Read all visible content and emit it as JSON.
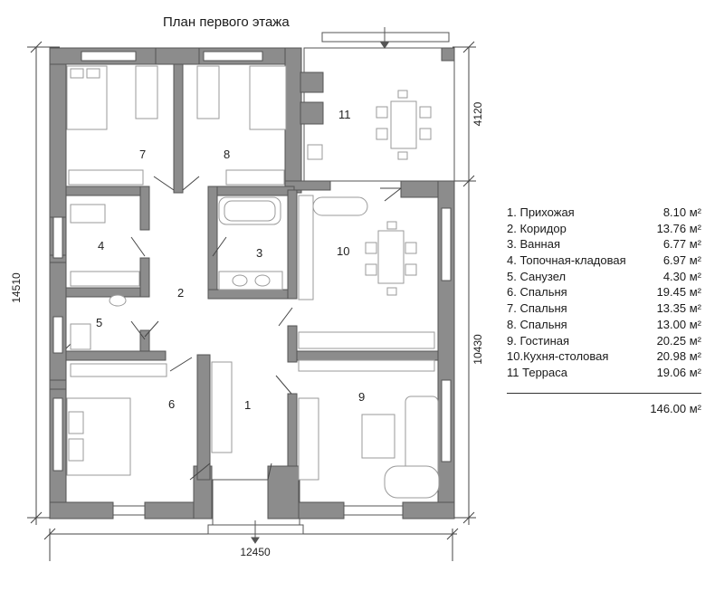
{
  "title": "План первого этажа",
  "dimensions": {
    "left": "14510",
    "bottom": "12450",
    "right_top": "4120",
    "right_bottom": "10430"
  },
  "rooms": [
    "1",
    "2",
    "3",
    "4",
    "5",
    "6",
    "7",
    "8",
    "9",
    "10",
    "11"
  ],
  "legend": [
    {
      "num": "1.",
      "name": "Прихожая",
      "area": "8.10 м²"
    },
    {
      "num": "2.",
      "name": "Коридор",
      "area": "13.76 м²"
    },
    {
      "num": "3.",
      "name": "Ванная",
      "area": "6.77 м²"
    },
    {
      "num": "4.",
      "name": "Топочная-кладовая",
      "area": "6.97 м²"
    },
    {
      "num": "5.",
      "name": "Санузел",
      "area": "4.30 м²"
    },
    {
      "num": "6.",
      "name": "Спальня",
      "area": "19.45 м²"
    },
    {
      "num": "7.",
      "name": "Спальня",
      "area": "13.35 м²"
    },
    {
      "num": "8.",
      "name": "Спальня",
      "area": "13.00 м²"
    },
    {
      "num": "9.",
      "name": "Гостиная",
      "area": "20.25 м²"
    },
    {
      "num": "10.",
      "name": "Кухня-столовая",
      "area": "20.98 м²"
    },
    {
      "num": "11",
      "name": "Терраса",
      "area": "19.06 м²"
    }
  ],
  "total": "146.00 м²",
  "colors": {
    "wall": "#8c8c8c",
    "wall_stroke": "#555555",
    "line": "#333333",
    "furniture": "#9a9a9a"
  }
}
